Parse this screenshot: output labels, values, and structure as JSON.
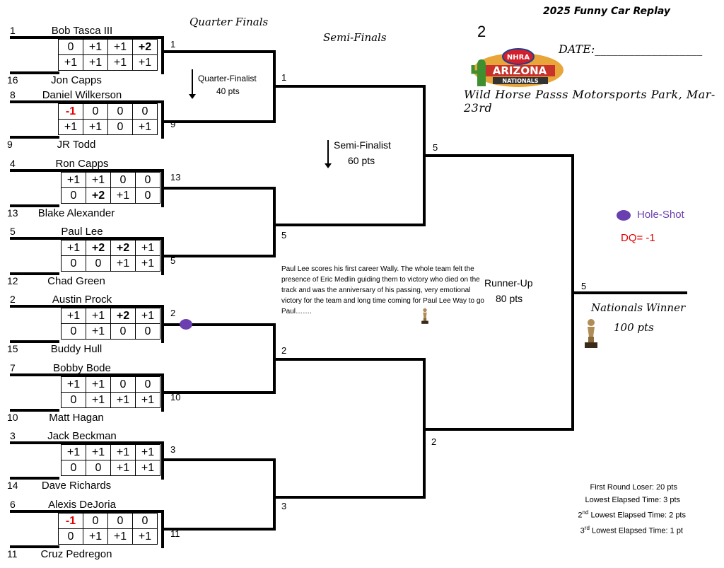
{
  "header": {
    "title": "2025 Funny Car Replay",
    "number": "2",
    "date_label": "DATE:___________________",
    "venue": "Wild Horse Passs Motorsports Park, Mar-23rd",
    "logo_top": "NHRA",
    "logo_main": "ARIZONA",
    "logo_sub": "NATIONALS"
  },
  "rounds": {
    "quarter": "Quarter Finals",
    "semi": "Semi-Finals"
  },
  "awards": {
    "qf_label": "Quarter-Finalist",
    "qf_pts": "40 pts",
    "sf_label": "Semi-Finalist",
    "sf_pts": "60 pts",
    "ru_label": "Runner-Up",
    "ru_pts": "80 pts",
    "winner_label": "Nationals Winner",
    "winner_pts": "100 pts"
  },
  "legend": {
    "holeshot": "Hole-Shot",
    "dq": "DQ= -1",
    "holeshot_color": "#6a3fb0",
    "dq_color": "#e00000"
  },
  "note": "Paul Lee scores his first career Wally. The whole team felt the presence of Eric Medlin guiding them to victory who died on the track and was the anniversary of his passing, very emotional victory for the team and long time coming for Paul Lee Way to go Paul…….",
  "scoring": {
    "line1": "First Round Loser: 20 pts",
    "line2": "Lowest Elapsed Time: 3 pts",
    "line3_pre": "2",
    "line3_sup": "nd",
    "line3_post": " Lowest Elapsed Time: 2 pts",
    "line4_pre": "3",
    "line4_sup": "rd",
    "line4_post": " Lowest Elapsed Time: 1 pt"
  },
  "matchups": [
    {
      "top_seed": "1",
      "top_name": "Bob Tasca III",
      "bot_seed": "16",
      "bot_name": "Jon Capps",
      "top_scores": [
        "0",
        "+1",
        "+1",
        "+2"
      ],
      "bot_scores": [
        "+1",
        "+1",
        "+1",
        "+1"
      ],
      "winner": "1"
    },
    {
      "top_seed": "8",
      "top_name": "Daniel Wilkerson",
      "bot_seed": "9",
      "bot_name": "JR Todd",
      "top_scores": [
        "-1",
        "0",
        "0",
        "0"
      ],
      "bot_scores": [
        "+1",
        "+1",
        "0",
        "+1"
      ],
      "winner": "9"
    },
    {
      "top_seed": "4",
      "top_name": "Ron Capps",
      "bot_seed": "13",
      "bot_name": "Blake Alexander",
      "top_scores": [
        "+1",
        "+1",
        "0",
        "0"
      ],
      "bot_scores": [
        "0",
        "+2",
        "+1",
        "0"
      ],
      "winner": "13"
    },
    {
      "top_seed": "5",
      "top_name": "Paul Lee",
      "bot_seed": "12",
      "bot_name": "Chad Green",
      "top_scores": [
        "+1",
        "+2",
        "+2",
        "+1"
      ],
      "bot_scores": [
        "0",
        "0",
        "+1",
        "+1"
      ],
      "winner": "5"
    },
    {
      "top_seed": "2",
      "top_name": "Austin Prock",
      "bot_seed": "15",
      "bot_name": "Buddy Hull",
      "top_scores": [
        "+1",
        "+1",
        "+2",
        "+1"
      ],
      "bot_scores": [
        "0",
        "+1",
        "0",
        "0"
      ],
      "winner": "2"
    },
    {
      "top_seed": "7",
      "top_name": "Bobby Bode",
      "bot_seed": "10",
      "bot_name": "Matt Hagan",
      "top_scores": [
        "+1",
        "+1",
        "0",
        "0"
      ],
      "bot_scores": [
        "0",
        "+1",
        "+1",
        "+1"
      ],
      "winner": "10"
    },
    {
      "top_seed": "3",
      "top_name": "Jack Beckman",
      "bot_seed": "14",
      "bot_name": "Dave Richards",
      "top_scores": [
        "+1",
        "+1",
        "+1",
        "+1"
      ],
      "bot_scores": [
        "0",
        "0",
        "+1",
        "+1"
      ],
      "winner": "3"
    },
    {
      "top_seed": "6",
      "top_name": "Alexis DeJoria",
      "bot_seed": "11",
      "bot_name": "Cruz Pedregon",
      "top_scores": [
        "-1",
        "0",
        "0",
        "0"
      ],
      "bot_scores": [
        "0",
        "+1",
        "+1",
        "+1"
      ],
      "winner": "11"
    }
  ],
  "qf_winners": [
    "1",
    "5",
    "2",
    "3"
  ],
  "sf_winners": [
    "5",
    "2"
  ],
  "final_winner": "5"
}
